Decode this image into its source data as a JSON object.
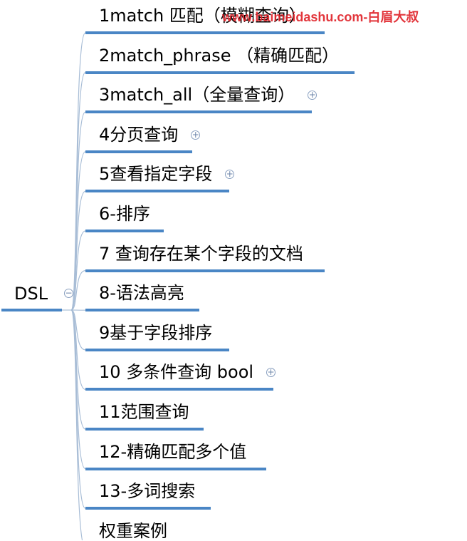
{
  "root": {
    "label": "DSL",
    "toggle": "−"
  },
  "branches": [
    {
      "label": "1match 匹配（模糊查询）",
      "toggle": ""
    },
    {
      "label": "2match_phrase （精确匹配）",
      "toggle": ""
    },
    {
      "label": "3match_all（全量查询）",
      "toggle": "+"
    },
    {
      "label": "4分页查询",
      "toggle": "+"
    },
    {
      "label": "5查看指定字段",
      "toggle": "+"
    },
    {
      "label": "6-排序",
      "toggle": ""
    },
    {
      "label": "7 查询存在某个字段的文档",
      "toggle": ""
    },
    {
      "label": "8-语法高亮",
      "toggle": ""
    },
    {
      "label": "9基于字段排序",
      "toggle": ""
    },
    {
      "label": "10 多条件查询 bool",
      "toggle": "+"
    },
    {
      "label": "11范围查询",
      "toggle": ""
    },
    {
      "label": "12-精确匹配多个值",
      "toggle": ""
    },
    {
      "label": "13-多词搜索",
      "toggle": ""
    },
    {
      "label": "权重案例",
      "toggle": ""
    }
  ],
  "watermark": "www.baimeidashu.com-白眉大叔",
  "colors": {
    "branch_line": "#4a86c5",
    "connector": "#a8bdd6",
    "watermark": "#e0242b"
  }
}
